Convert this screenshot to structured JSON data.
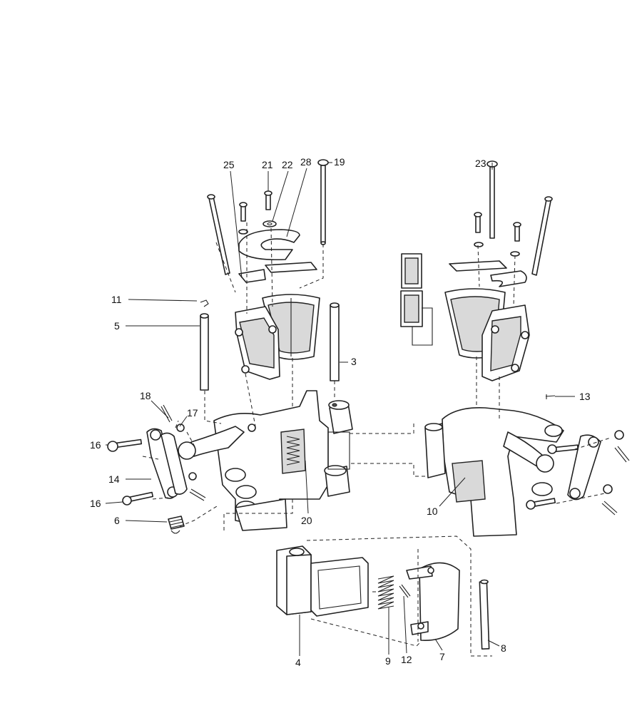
{
  "callouts": [
    {
      "id": "c25",
      "text": "25"
    },
    {
      "id": "c21",
      "text": "21"
    },
    {
      "id": "c22",
      "text": "22"
    },
    {
      "id": "c28",
      "text": "28"
    },
    {
      "id": "c19",
      "text": "19"
    },
    {
      "id": "c23",
      "text": "23"
    },
    {
      "id": "c11",
      "text": "11"
    },
    {
      "id": "c5",
      "text": "5"
    },
    {
      "id": "c3",
      "text": "3"
    },
    {
      "id": "c18",
      "text": "18"
    },
    {
      "id": "c17",
      "text": "17"
    },
    {
      "id": "c16a",
      "text": "16"
    },
    {
      "id": "c14",
      "text": "14"
    },
    {
      "id": "c16b",
      "text": "16"
    },
    {
      "id": "c6",
      "text": "6"
    },
    {
      "id": "c20",
      "text": "20"
    },
    {
      "id": "c13",
      "text": "13"
    },
    {
      "id": "c10",
      "text": "10"
    },
    {
      "id": "c4",
      "text": "4"
    },
    {
      "id": "c9",
      "text": "9"
    },
    {
      "id": "c12",
      "text": "12"
    },
    {
      "id": "c7",
      "text": "7"
    },
    {
      "id": "c8",
      "text": "8"
    }
  ]
}
